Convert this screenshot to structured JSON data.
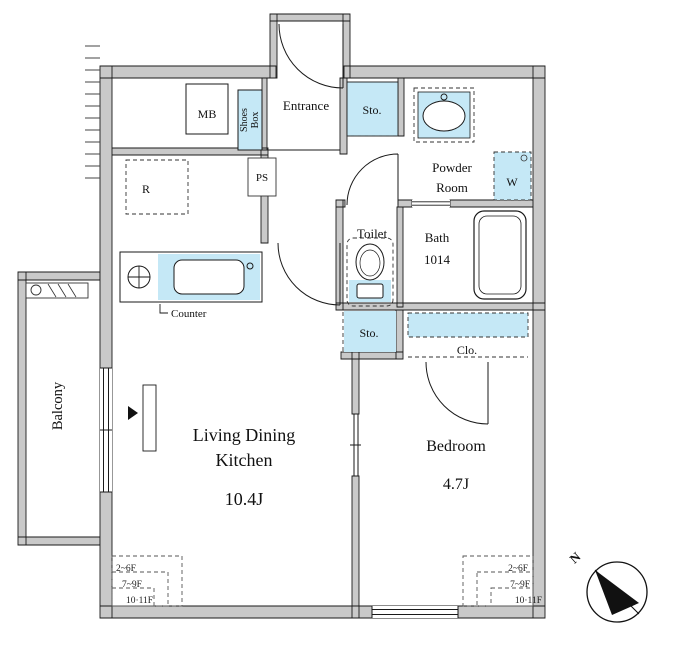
{
  "rooms": {
    "ldk": {
      "name_line1": "Living Dining",
      "name_line2": "Kitchen",
      "size": "10.4J"
    },
    "bedroom": {
      "name": "Bedroom",
      "size": "4.7J"
    },
    "balcony": {
      "name": "Balcony"
    },
    "entrance": {
      "name": "Entrance"
    },
    "toilet": {
      "name": "Toilet"
    },
    "bath": {
      "name": "Bath",
      "size": "1014"
    },
    "powder_room": {
      "name_line1": "Powder",
      "name_line2": "Room"
    }
  },
  "fixtures": {
    "mb": "MB",
    "ps": "PS",
    "fridge": "R",
    "washer": "W",
    "shoes_box_line1": "Shoes",
    "shoes_box_line2": "Box",
    "storage_top": "Sto.",
    "storage_mid": "Sto.",
    "closet": "Clo.",
    "counter": "Counter"
  },
  "annotations": {
    "floor_levels": [
      "2~6F",
      "7~9F",
      "10·11F"
    ],
    "north": "N"
  },
  "colors": {
    "wall": "#c9c9c9",
    "highlight": "#c5e8f6",
    "line": "#1a1a1a"
  }
}
